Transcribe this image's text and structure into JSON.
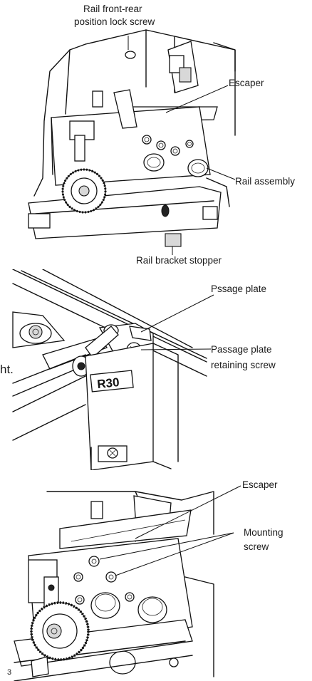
{
  "fig1": {
    "label_lock_screw_l1": "Rail front-rear",
    "label_lock_screw_l2": "position lock screw",
    "label_escaper": "Escaper",
    "label_rail_assembly": "Rail assembly",
    "label_rail_bracket": "Rail bracket stopper"
  },
  "fig2": {
    "label_passage_plate": "Pssage plate",
    "label_retaining_l1": "Passage plate",
    "label_retaining_l2": "retaining screw",
    "plate_marking": "R30",
    "cut_text": "ht."
  },
  "fig3": {
    "label_escaper": "Escaper",
    "label_mounting_l1": "Mounting",
    "label_mounting_l2": "screw",
    "corner_mark": "3"
  }
}
